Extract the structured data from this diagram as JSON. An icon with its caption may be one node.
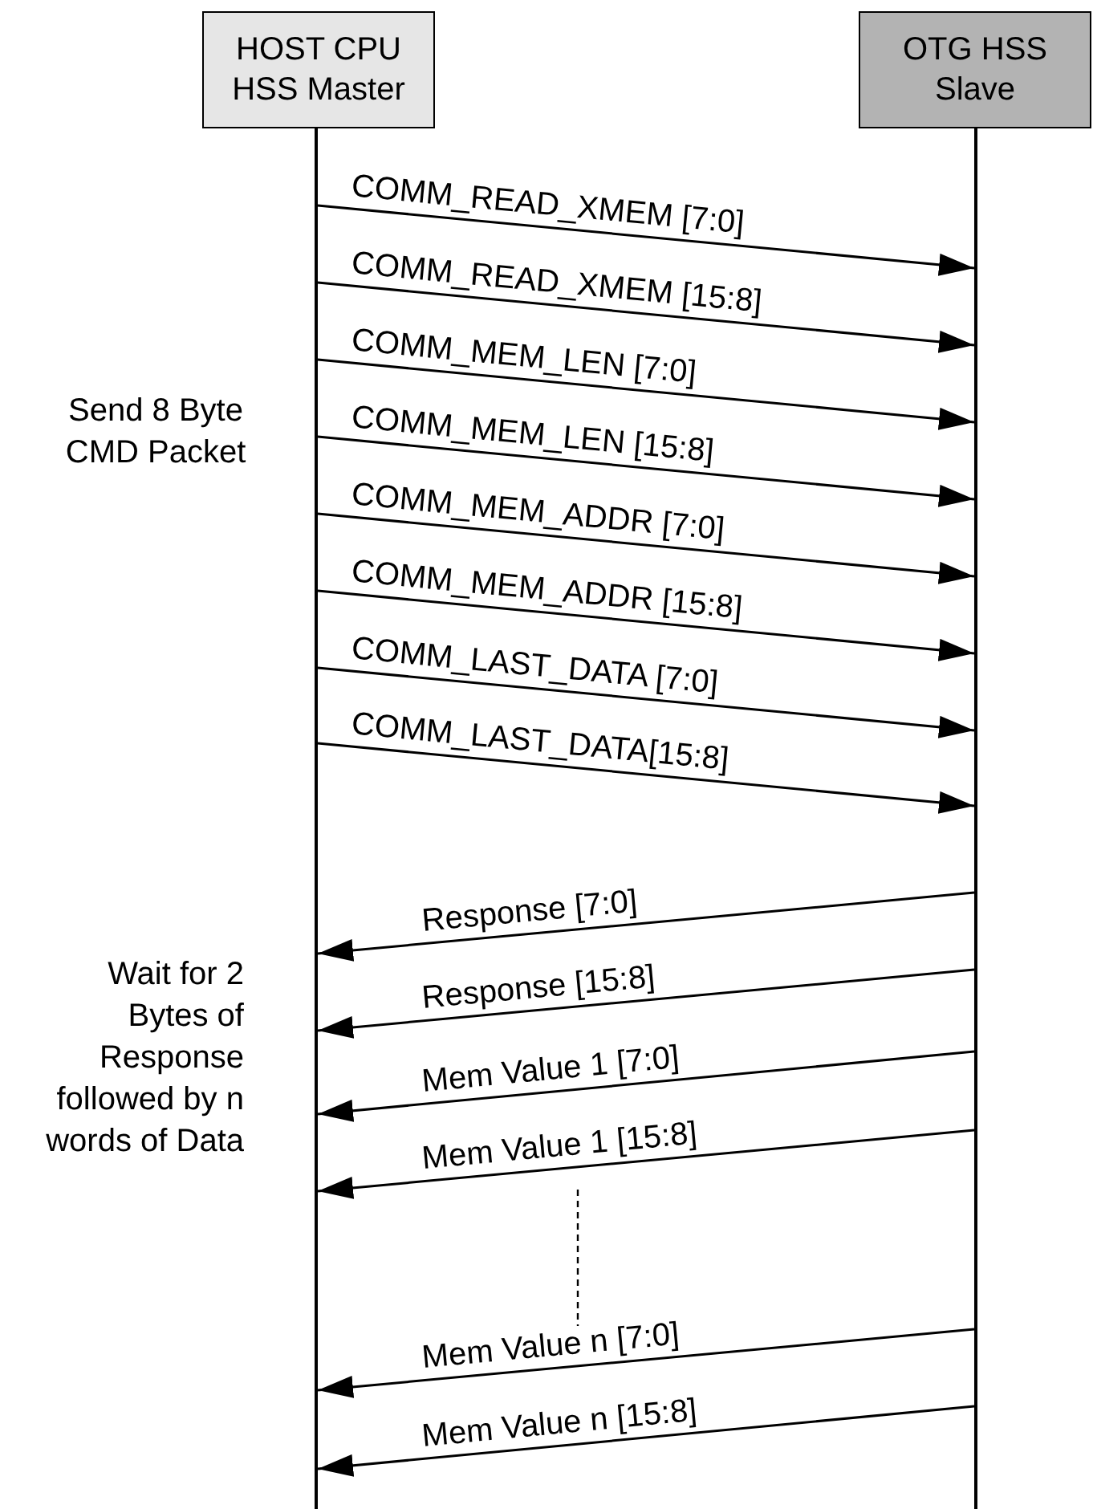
{
  "diagram": {
    "nodes": [
      {
        "text": [
          "HOST CPU HSS Master"
        ]
      },
      {
        "text": [
          "OTG HSS Slave"
        ]
      },
      {
        "text": [],
        "shape": "bar"
      },
      {
        "text": [],
        "shape": "bar"
      }
    ],
    "edges": [
      {
        "from": 2,
        "to": 3,
        "arrow": "to",
        "label": "COMM_READ_XMEM [7:0]"
      },
      {
        "from": 2,
        "to": 3,
        "arrow": "to",
        "label": "COMM_READ_XMEM [15:8]"
      },
      {
        "from": 2,
        "to": 3,
        "arrow": "to",
        "label": "COMM_MEM_LEN [7:0]"
      },
      {
        "from": 2,
        "to": 3,
        "arrow": "to",
        "label": "COMM_MEM_LEN [15:8]"
      },
      {
        "from": 2,
        "to": 3,
        "arrow": "to",
        "label": "COMM_MEM_ADDR [7:0]"
      },
      {
        "from": 2,
        "to": 3,
        "arrow": "to",
        "label": "COMM_MEM_ADDR [15:8]"
      },
      {
        "from": 2,
        "to": 3,
        "arrow": "to",
        "label": "COMM_LAST_DATA [7:0]"
      },
      {
        "from": 2,
        "to": 3,
        "arrow": "to",
        "label": "COMM_LAST_DATA[15:8]"
      },
      {
        "from": 3,
        "to": 2,
        "arrow": "to",
        "label": "Response [7:0]"
      },
      {
        "from": 3,
        "to": 2,
        "arrow": "to",
        "label": "Response [15:8]"
      },
      {
        "from": 3,
        "to": 2,
        "arrow": "to",
        "label": "Mem Value 1 [7:0]"
      },
      {
        "from": 3,
        "to": 2,
        "arrow": "to",
        "label": "Mem Value 1 [15:8]"
      },
      {
        "from": 3,
        "to": 2,
        "arrow": "to",
        "label": "Mem Value n [7:0]"
      },
      {
        "from": 3,
        "to": 2,
        "arrow": "to",
        "label": "Mem Value n [15:8]"
      }
    ],
    "labels": [
      "Send 8 Byte CMD Packet",
      "Wait for 2 Bytes of Response followed by n words of Data"
    ]
  }
}
